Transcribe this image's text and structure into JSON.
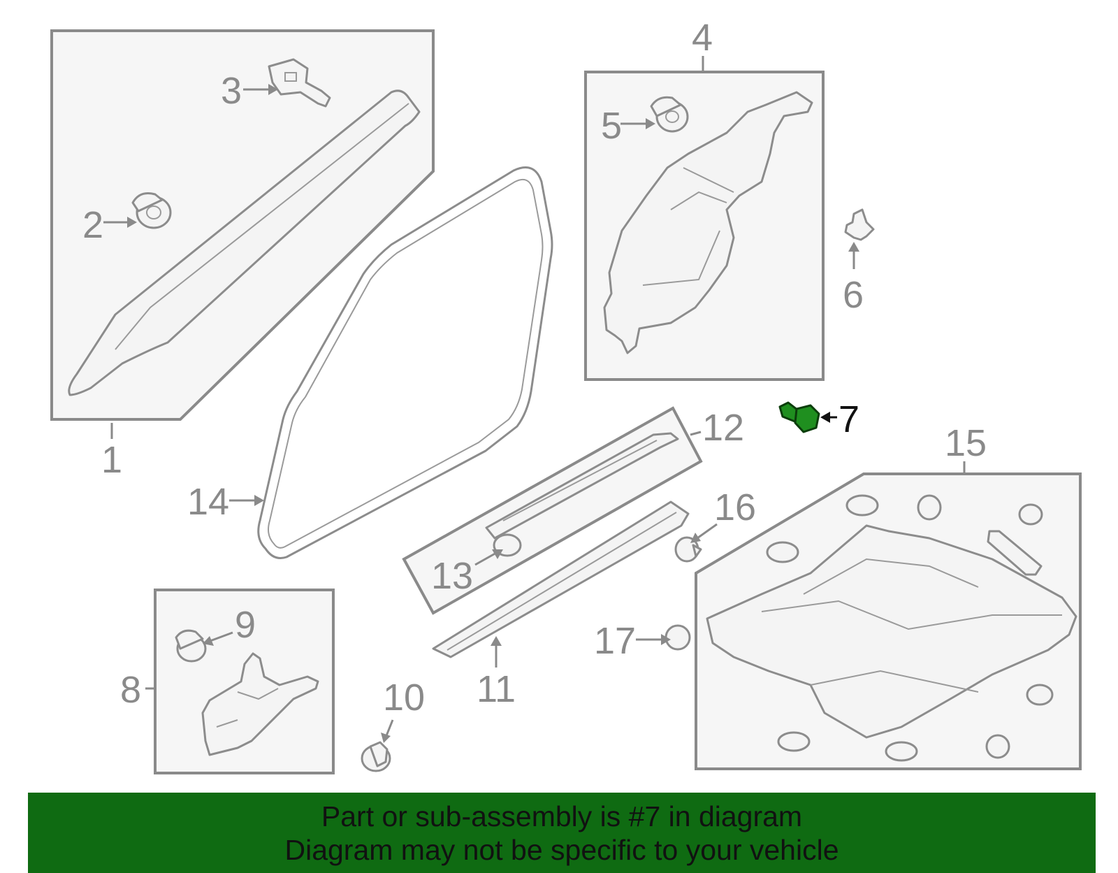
{
  "diagram": {
    "callouts": [
      "1",
      "2",
      "3",
      "4",
      "5",
      "6",
      "7",
      "8",
      "9",
      "10",
      "11",
      "12",
      "13",
      "14",
      "15",
      "16",
      "17"
    ],
    "highlighted_callout": "7",
    "colors": {
      "highlight": "#1f8f1f",
      "banner": "#0f6b12",
      "line": "#8a8a8a"
    }
  },
  "banner": {
    "line1": "Part or sub-assembly is #7 in diagram",
    "line2": "Diagram may not be specific to your vehicle"
  }
}
